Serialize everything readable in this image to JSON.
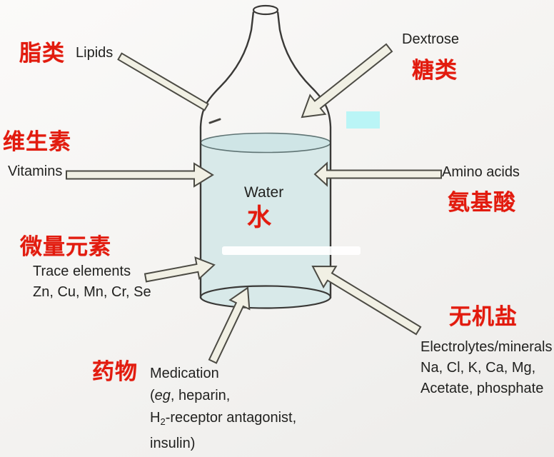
{
  "colors": {
    "background": "#f5f4f2",
    "text_black": "#222220",
    "text_red": "#e21b0e",
    "arrow_fill": "#f1f0e4",
    "arrow_stroke": "#4c4b44",
    "bottle_stroke": "#3a3937",
    "liquid": "#d8e9e9",
    "liquid_surface": "#cfe5e6",
    "highlight_cyan": "#baf5f6",
    "stripe_white": "#ffffff"
  },
  "bottle": {
    "water_en": "Water",
    "water_cn": "水"
  },
  "labels": {
    "lipids": {
      "cn": "脂类",
      "en": "Lipids"
    },
    "dextrose": {
      "en": "Dextrose",
      "cn": "糖类"
    },
    "vitamins": {
      "cn": "维生素",
      "en": "Vitamins"
    },
    "amino_acids": {
      "en": "Amino acids",
      "cn": "氨基酸"
    },
    "trace_elements": {
      "cn": "微量元素",
      "en": "Trace elements",
      "elements": "Zn, Cu, Mn, Cr, Se"
    },
    "electrolytes": {
      "cn": "无机盐",
      "en": "Electrolytes/minerals",
      "items1": "Na, Cl, K, Ca, Mg,",
      "items2": "Acetate, phosphate"
    },
    "medication": {
      "cn": "药物",
      "title": "Medication",
      "eg_open": "(",
      "eg": "eg",
      "eg_rest": ", heparin,",
      "h": "H",
      "h_sub": "2",
      "h_rest": "-receptor antagonist,",
      "last": "insulin)"
    }
  }
}
